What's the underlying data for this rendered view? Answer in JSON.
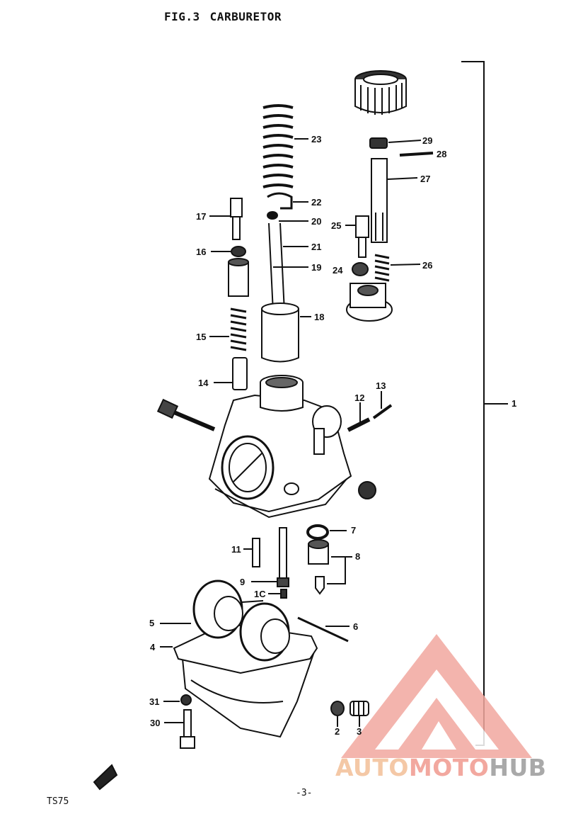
{
  "header": {
    "fig": "FIG.3",
    "title": "CARBURETOR"
  },
  "footer": {
    "model": "TS75",
    "page": "-3-"
  },
  "watermark": {
    "part1": "AUTO",
    "part2": "MOTO",
    "part3": "HUB",
    "colors": {
      "auto": "#f4c8a6",
      "moto": "#f2a89f",
      "hub": "#a9a9a9",
      "logo": "#f2a89f"
    }
  },
  "labels": {
    "p1": "1",
    "p2": "2",
    "p3": "3",
    "p4": "4",
    "p5": "5",
    "p6": "6",
    "p7": "7",
    "p8": "8",
    "p9": "9",
    "p10": "1C",
    "p11": "11",
    "p12": "12",
    "p13": "13",
    "p14": "14",
    "p15": "15",
    "p16": "16",
    "p17": "17",
    "p18": "18",
    "p19": "19",
    "p20": "20",
    "p21": "21",
    "p22": "22",
    "p23": "23",
    "p24": "24",
    "p25": "25",
    "p26": "26",
    "p27": "27",
    "p28": "28",
    "p29": "29",
    "p30": "30",
    "p31": "31"
  }
}
